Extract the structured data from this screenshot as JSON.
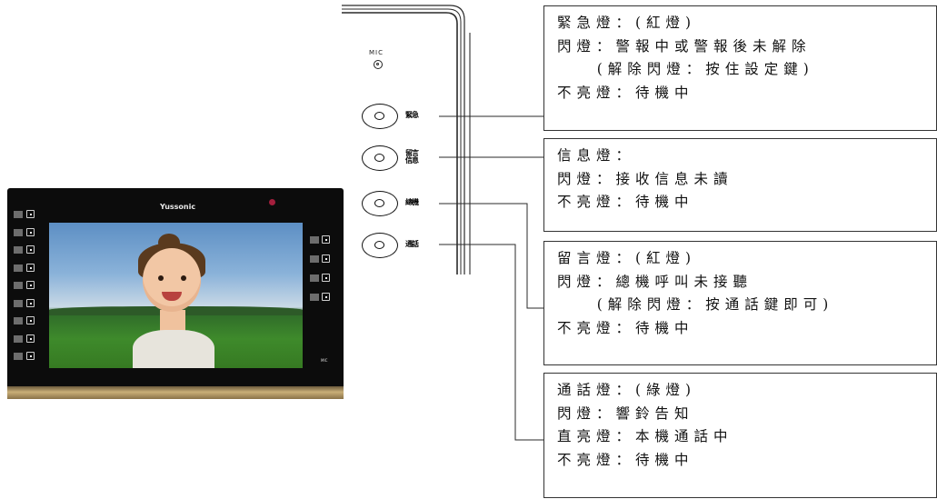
{
  "device": {
    "brand": "Yussonic",
    "mic_label": "MIC",
    "left_button_count": 9,
    "right_button_count": 4
  },
  "panel": {
    "mic_label": "MIC",
    "buttons": [
      {
        "id": "emergency",
        "label": "緊急"
      },
      {
        "id": "message",
        "label": "留言\n信息"
      },
      {
        "id": "console",
        "label": "總機"
      },
      {
        "id": "call",
        "label": "通話"
      }
    ]
  },
  "callouts": [
    {
      "id": "emergency-light",
      "lines": [
        "緊急燈：(紅燈)",
        "閃燈：警報中或警報後未解除",
        "    (解除閃燈：按住設定鍵)",
        "不亮燈：待機中"
      ]
    },
    {
      "id": "info-light",
      "lines": [
        "信息燈：",
        "閃燈：接收信息未讀",
        "不亮燈：待機中"
      ]
    },
    {
      "id": "message-light",
      "lines": [
        "留言燈：(紅燈)",
        "閃燈：總機呼叫未接聽",
        "    (解除閃燈：按通話鍵即可)",
        "不亮燈：待機中"
      ]
    },
    {
      "id": "call-light",
      "lines": [
        "通話燈：(綠燈)",
        "閃燈：響鈴告知",
        "直亮燈：本機通話中",
        "不亮燈：待機中"
      ]
    }
  ],
  "colors": {
    "line": "#2a2a2a",
    "device_body": "#0c0c0c",
    "device_trim": "#c9ae78",
    "record_indicator": "#a41f3d"
  }
}
